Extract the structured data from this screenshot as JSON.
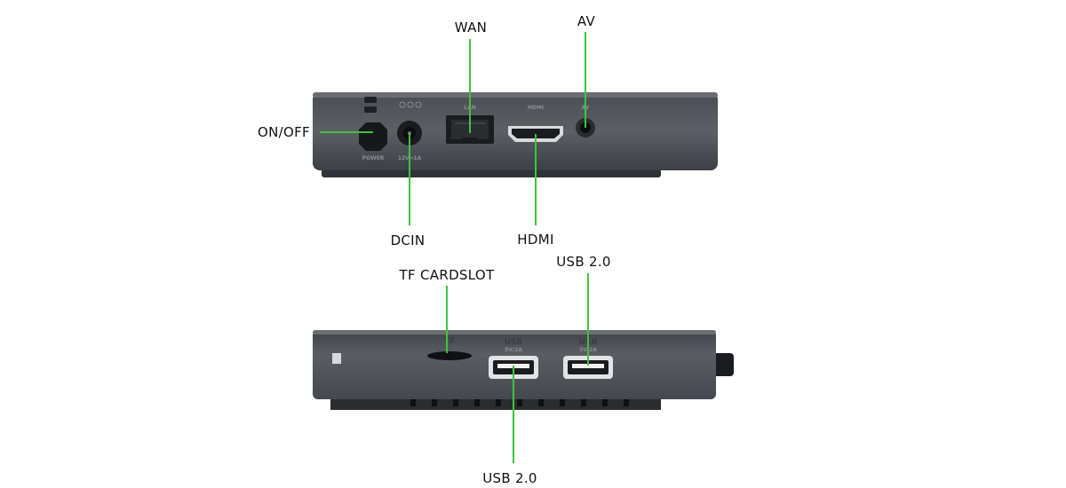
{
  "callouts": {
    "wan": "WAN",
    "av": "AV",
    "on_off": "ON/OFF",
    "dcin": "DCIN",
    "hdmi": "HDMI",
    "tf_cardslot": "TF CARDSLOT",
    "usb_top": "USB 2.0",
    "usb_bottom": "USB 2.0"
  },
  "device_markings": {
    "power": "POWER",
    "voltage": "12V⎓1A",
    "lan": "LAN",
    "hdmi": "HDMI",
    "av": "AV",
    "tf": "TF",
    "usb_1": "USB",
    "usb_2": "USB",
    "usb_sub_1": "5V/2A",
    "usb_sub_2": "5V/2A"
  },
  "colors": {
    "leader_line": "#3ec43e",
    "device_body": "#55585d"
  }
}
